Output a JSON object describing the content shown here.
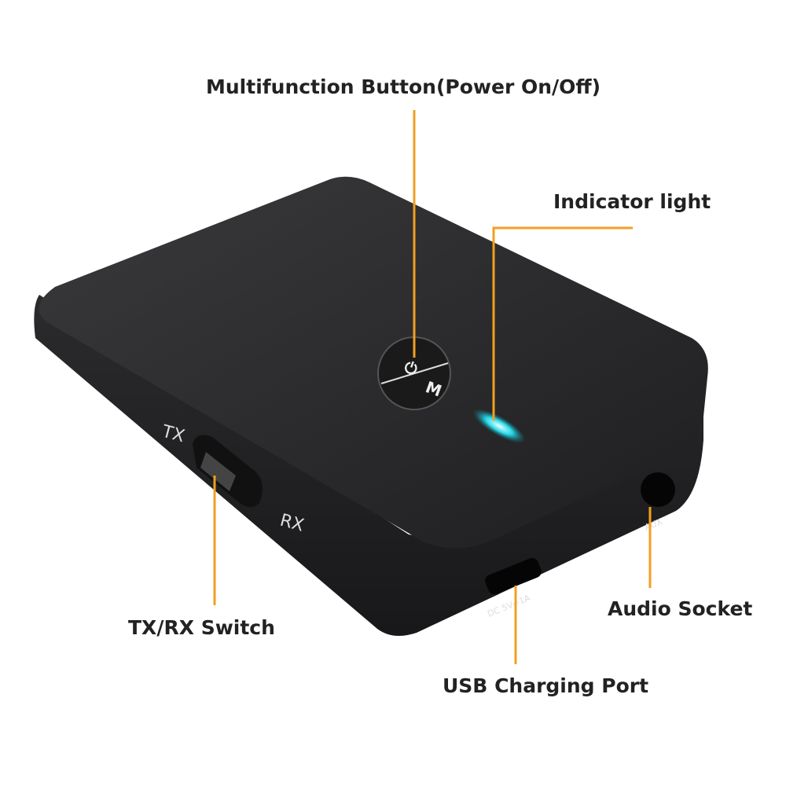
{
  "labels": {
    "multifunction_button": "Multifunction Button(Power On/Off)",
    "indicator_light": "Indicator light",
    "txrx_switch": "TX/RX Switch",
    "audio_socket": "Audio Socket",
    "usb_port": "USB Charging Port"
  },
  "device_markings": {
    "tx": "TX",
    "rx": "RX",
    "button_power": "⏻",
    "button_mode": "M",
    "aux": "AUX",
    "dc": "DC 5V⎓1A"
  },
  "colors": {
    "leader_line": "#f0a020",
    "device_body": "#2a2a2c",
    "indicator": "#27d8e8"
  }
}
